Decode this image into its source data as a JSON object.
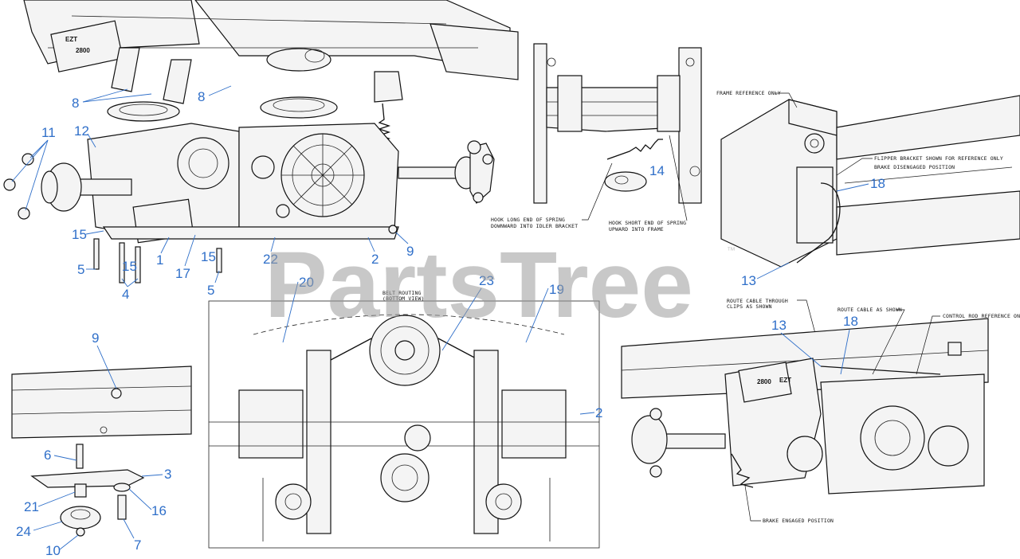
{
  "watermark": {
    "text": "PartsTree",
    "trademark": "™"
  },
  "decals": {
    "model": "2800",
    "brand": "EZT"
  },
  "notes": {
    "belt_routing_line1": "BELT ROUTING",
    "belt_routing_line2": "(BOTTOM VIEW)",
    "hook_long_line1": "HOOK LONG END OF SPRING",
    "hook_long_line2": "DOWNWARD INTO IDLER BRACKET",
    "hook_short_line1": "HOOK SHORT END OF SPRING",
    "hook_short_line2": "UPWARD INTO FRAME",
    "frame_reference": "FRAME REFERENCE ONLY",
    "flipper_bracket": "FLIPPER BRACKET SHOWN FOR REFERENCE ONLY",
    "brake_disengaged": "BRAKE DISENGAGED POSITION",
    "route_cable_clips_line1": "ROUTE CABLE THROUGH",
    "route_cable_clips_line2": "CLIPS AS SHOWN",
    "route_cable_as_shown": "ROUTE CABLE AS SHOWN",
    "control_rod": "CONTROL ROD REFERENCE ONLY",
    "brake_engaged": "BRAKE ENGAGED POSITION"
  },
  "callouts": {
    "c8a": "8",
    "c8b": "8",
    "c11": "11",
    "c12": "12",
    "c15a": "15",
    "c15b": "15",
    "c15c": "15",
    "c5a": "5",
    "c5b": "5",
    "c4": "4",
    "c1": "1",
    "c17": "17",
    "c22": "22",
    "c2a": "2",
    "c9a": "9",
    "c14": "14",
    "c18a": "18",
    "c13a": "13",
    "c20": "20",
    "c23": "23",
    "c19": "19",
    "c9b": "9",
    "c6": "6",
    "c3": "3",
    "c21": "21",
    "c16": "16",
    "c24": "24",
    "c7": "7",
    "c10": "10",
    "c2b": "2",
    "c13b": "13",
    "c18b": "18"
  }
}
